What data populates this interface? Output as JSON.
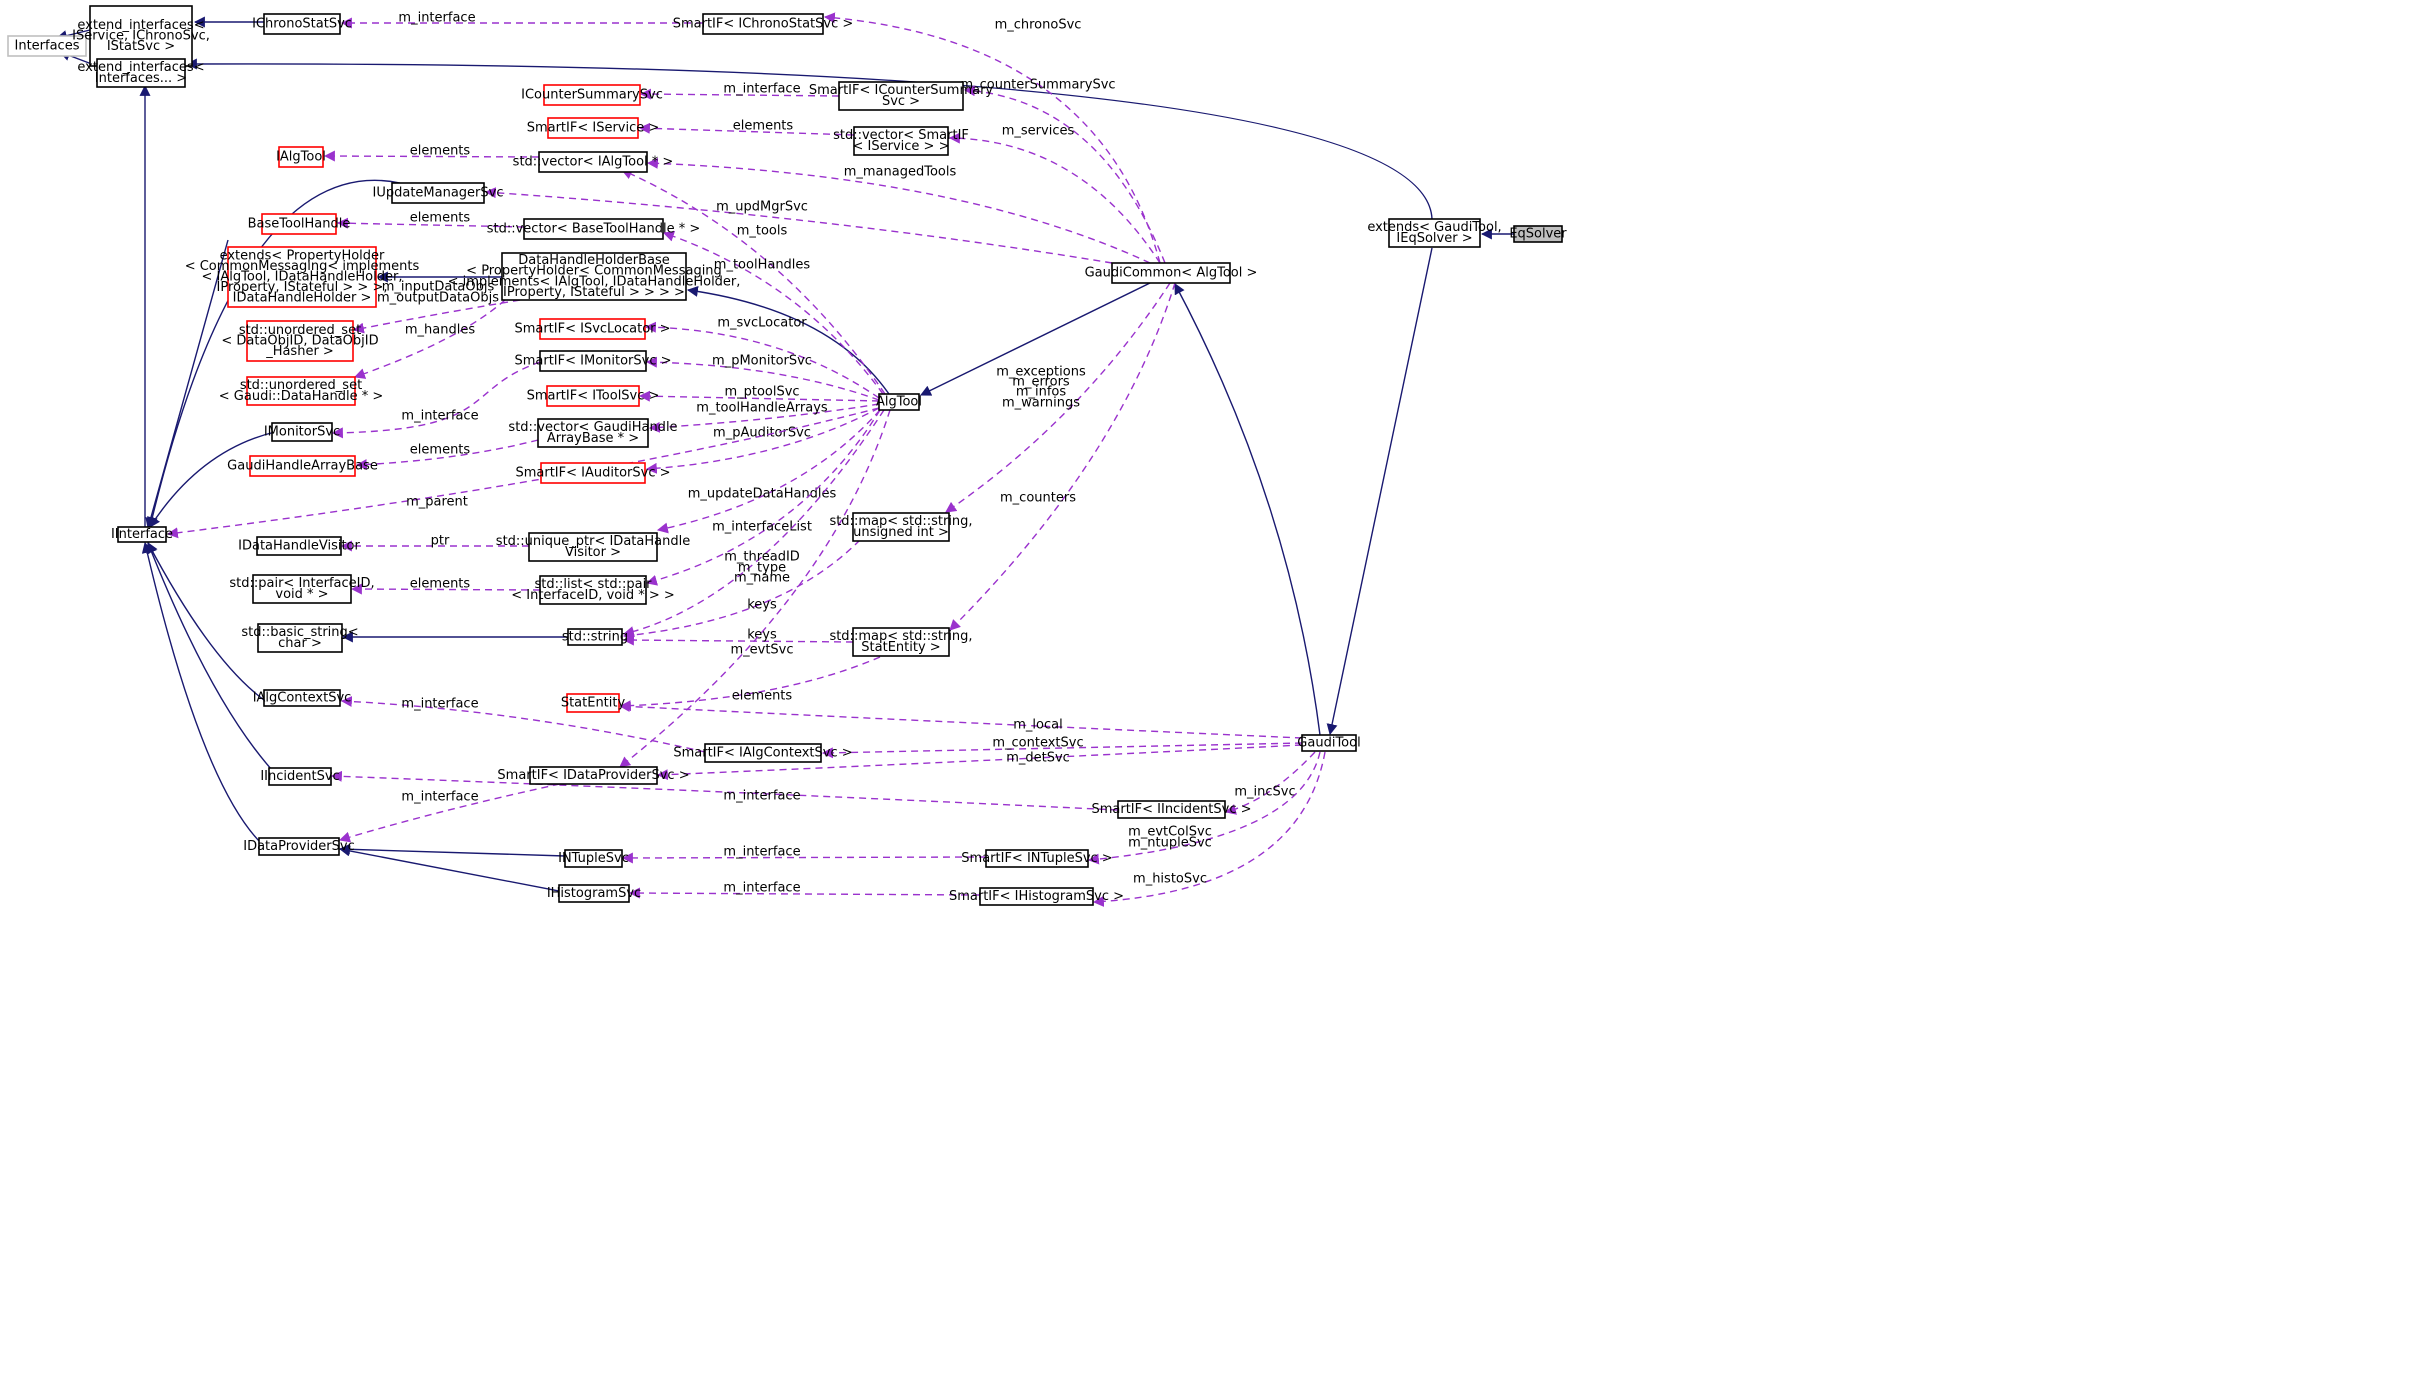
{
  "colors": {
    "inherit_edge": "#191970",
    "usage_edge": "#9a32cd",
    "node_border": "#000000",
    "missing_node_border": "#ff0000",
    "external_node_border": "#bfbfbf",
    "highlight_fill": "#bfbfbf"
  },
  "nodes": [
    {
      "id": "interfaces",
      "lines": [
        "Interfaces"
      ],
      "style": "external"
    },
    {
      "id": "ext_if_chrono",
      "lines": [
        "extend_interfaces<",
        "IService, IChronoSvc,",
        "IStatSvc >"
      ],
      "style": "normal"
    },
    {
      "id": "ichronostatsvc",
      "lines": [
        "IChronoStatSvc"
      ],
      "style": "normal"
    },
    {
      "id": "sif_ichronostatsvc",
      "lines": [
        "SmartIF< IChronoStatSvc >"
      ],
      "style": "normal"
    },
    {
      "id": "ext_if_interfaces",
      "lines": [
        "extend_interfaces<",
        "Interfaces... >"
      ],
      "style": "normal"
    },
    {
      "id": "icountersummarysvc",
      "lines": [
        "ICounterSummarySvc"
      ],
      "style": "missing"
    },
    {
      "id": "sif_icountersummary",
      "lines": [
        "SmartIF< ICounterSummary",
        "Svc >"
      ],
      "style": "normal"
    },
    {
      "id": "sif_iservice",
      "lines": [
        "SmartIF< IService >"
      ],
      "style": "missing"
    },
    {
      "id": "vec_sif_iservice",
      "lines": [
        "std::vector< SmartIF",
        "< IService > >"
      ],
      "style": "normal"
    },
    {
      "id": "ialgtool",
      "lines": [
        "IAlgTool"
      ],
      "style": "missing"
    },
    {
      "id": "vec_ialgtool",
      "lines": [
        "std::vector< IAlgTool * >"
      ],
      "style": "normal"
    },
    {
      "id": "iupdatemanagersvc",
      "lines": [
        "IUpdateManagerSvc"
      ],
      "style": "normal"
    },
    {
      "id": "basetoolhandle",
      "lines": [
        "BaseToolHandle"
      ],
      "style": "missing"
    },
    {
      "id": "vec_basetoolhandle",
      "lines": [
        "std::vector< BaseToolHandle * >"
      ],
      "style": "normal"
    },
    {
      "id": "extends_propholder",
      "lines": [
        "extends< PropertyHolder",
        "< CommonMessaging< implements",
        "< IAlgTool, IDataHandleHolder,",
        "IProperty, IStateful > > >,",
        "IDataHandleHolder >"
      ],
      "style": "missing"
    },
    {
      "id": "datahandleholderbase",
      "lines": [
        "DataHandleHolderBase",
        "< PropertyHolder< CommonMessaging",
        "< implements< IAlgTool, IDataHandleHolder,",
        "IProperty, IStateful > > > >"
      ],
      "style": "normal"
    },
    {
      "id": "gaudicommon",
      "lines": [
        "GaudiCommon< AlgTool >"
      ],
      "style": "normal"
    },
    {
      "id": "extends_gauditool",
      "lines": [
        "extends< GaudiTool,",
        "IEqSolver >"
      ],
      "style": "normal"
    },
    {
      "id": "eqsolver",
      "lines": [
        "EqSolver"
      ],
      "style": "highlight"
    },
    {
      "id": "uset_dataobjid",
      "lines": [
        "std::unordered_set",
        "< DataObjID, DataObjID",
        "_Hasher >"
      ],
      "style": "missing"
    },
    {
      "id": "sif_isvclocator",
      "lines": [
        "SmartIF< ISvcLocator >"
      ],
      "style": "missing"
    },
    {
      "id": "sif_imonitorsvc",
      "lines": [
        "SmartIF< IMonitorSvc >"
      ],
      "style": "normal"
    },
    {
      "id": "uset_datahandle",
      "lines": [
        "std::unordered_set",
        "< Gaudi::DataHandle * >"
      ],
      "style": "missing"
    },
    {
      "id": "sif_itoolsvc",
      "lines": [
        "SmartIF< IToolSvc >"
      ],
      "style": "missing"
    },
    {
      "id": "algtool",
      "lines": [
        "AlgTool"
      ],
      "style": "normal"
    },
    {
      "id": "imonitorsvc",
      "lines": [
        "IMonitorSvc"
      ],
      "style": "normal"
    },
    {
      "id": "vec_gaudihandlearraybase",
      "lines": [
        "std::vector< GaudiHandle",
        "ArrayBase * >"
      ],
      "style": "normal"
    },
    {
      "id": "gaudihandlearraybase",
      "lines": [
        "GaudiHandleArrayBase"
      ],
      "style": "missing"
    },
    {
      "id": "sif_iauditorsvc",
      "lines": [
        "SmartIF< IAuditorSvc >"
      ],
      "style": "missing"
    },
    {
      "id": "map_unsigned",
      "lines": [
        "std::map< std::string,",
        "unsigned int >"
      ],
      "style": "normal"
    },
    {
      "id": "iinterface",
      "lines": [
        "IInterface"
      ],
      "style": "normal"
    },
    {
      "id": "idatahandlevisitor",
      "lines": [
        "IDataHandleVisitor"
      ],
      "style": "normal"
    },
    {
      "id": "uptr_visitor",
      "lines": [
        "std::unique_ptr< IDataHandle",
        "Visitor >"
      ],
      "style": "normal"
    },
    {
      "id": "pair_interfaceid",
      "lines": [
        "std::pair< InterfaceID,",
        "void * >"
      ],
      "style": "normal"
    },
    {
      "id": "list_pair",
      "lines": [
        "std::list< std::pair",
        "< InterfaceID, void * > >"
      ],
      "style": "normal"
    },
    {
      "id": "basic_string",
      "lines": [
        "std::basic_string<",
        "char >"
      ],
      "style": "normal"
    },
    {
      "id": "std_string",
      "lines": [
        "std::string"
      ],
      "style": "normal"
    },
    {
      "id": "map_statentity",
      "lines": [
        "std::map< std::string,",
        "StatEntity >"
      ],
      "style": "normal"
    },
    {
      "id": "statentity",
      "lines": [
        "StatEntity"
      ],
      "style": "missing"
    },
    {
      "id": "ialgcontextsvc",
      "lines": [
        "IAlgContextSvc"
      ],
      "style": "normal"
    },
    {
      "id": "sif_ialgcontextsvc",
      "lines": [
        "SmartIF< IAlgContextSvc >"
      ],
      "style": "normal"
    },
    {
      "id": "gauditool",
      "lines": [
        "GaudiTool"
      ],
      "style": "normal"
    },
    {
      "id": "iincidentsvc",
      "lines": [
        "IIncidentSvc"
      ],
      "style": "normal"
    },
    {
      "id": "sif_idataprovidersvc",
      "lines": [
        "SmartIF< IDataProviderSvc >"
      ],
      "style": "normal"
    },
    {
      "id": "sif_iincidentsvc",
      "lines": [
        "SmartIF< IIncidentSvc >"
      ],
      "style": "normal"
    },
    {
      "id": "idataprovidersvc",
      "lines": [
        "IDataProviderSvc"
      ],
      "style": "normal"
    },
    {
      "id": "intuplesvc",
      "lines": [
        "INTupleSvc"
      ],
      "style": "normal"
    },
    {
      "id": "sif_intuplesvc",
      "lines": [
        "SmartIF< INTupleSvc >"
      ],
      "style": "normal"
    },
    {
      "id": "ihistogramsvc",
      "lines": [
        "IHistogramSvc"
      ],
      "style": "normal"
    },
    {
      "id": "sif_ihistogramsvc",
      "lines": [
        "SmartIF< IHistogramSvc >"
      ],
      "style": "normal"
    }
  ],
  "edges": [
    {
      "id": "e_extif_interfaces",
      "from": "ext_if_chrono",
      "to": "interfaces",
      "kind": "inherit",
      "labels": []
    },
    {
      "id": "e_ichrono_extif",
      "from": "ichronostatsvc",
      "to": "ext_if_chrono",
      "kind": "inherit",
      "labels": []
    },
    {
      "id": "e_extinterfaces_interfaces",
      "from": "ext_if_interfaces",
      "to": "interfaces",
      "kind": "inherit",
      "labels": []
    },
    {
      "id": "e_iinterface_extinterfaces",
      "from": "iinterface",
      "to": "ext_if_interfaces",
      "kind": "inherit",
      "labels": []
    },
    {
      "id": "e_gauditool_extinterfaces",
      "from": "extends_gauditool",
      "to": "ext_if_interfaces",
      "kind": "inherit",
      "labels": []
    },
    {
      "id": "e_extends_iinterface",
      "from": "extends_propholder",
      "to": "iinterface",
      "kind": "inherit",
      "labels": []
    },
    {
      "id": "e_iupdate_iinterface",
      "from": "iupdatemanagersvc",
      "to": "iinterface",
      "kind": "inherit",
      "labels": []
    },
    {
      "id": "e_imonitor_iinterface",
      "from": "imonitorsvc",
      "to": "iinterface",
      "kind": "inherit",
      "labels": []
    },
    {
      "id": "e_ialgctx_iinterface",
      "from": "ialgcontextsvc",
      "to": "iinterface",
      "kind": "inherit",
      "labels": []
    },
    {
      "id": "e_iincident_iinterface",
      "from": "iincidentsvc",
      "to": "iinterface",
      "kind": "inherit",
      "labels": []
    },
    {
      "id": "e_idataprov_iinterface",
      "from": "idataprovidersvc",
      "to": "iinterface",
      "kind": "inherit",
      "labels": []
    },
    {
      "id": "e_dhhb_extends",
      "from": "datahandleholderbase",
      "to": "extends_propholder",
      "kind": "inherit",
      "labels": []
    },
    {
      "id": "e_algtool_dhhb",
      "from": "algtool",
      "to": "datahandleholderbase",
      "kind": "inherit",
      "labels": []
    },
    {
      "id": "e_gaudicommon_algtool",
      "from": "gaudicommon",
      "to": "algtool",
      "kind": "inherit",
      "labels": []
    },
    {
      "id": "e_gauditool_gaudicommon",
      "from": "gauditool",
      "to": "gaudicommon",
      "kind": "inherit",
      "labels": []
    },
    {
      "id": "e_eqsolver_extends",
      "from": "eqsolver",
      "to": "extends_gauditool",
      "kind": "inherit",
      "labels": []
    },
    {
      "id": "e_extends_gauditool",
      "from": "extends_gauditool",
      "to": "gauditool",
      "kind": "inherit",
      "labels": []
    },
    {
      "id": "e_basicstring_string",
      "from": "std_string",
      "to": "basic_string",
      "kind": "inherit",
      "labels": []
    },
    {
      "id": "e_intuple_idp",
      "from": "intuplesvc",
      "to": "idataprovidersvc",
      "kind": "inherit",
      "labels": []
    },
    {
      "id": "e_ihisto_idp",
      "from": "ihistogramsvc",
      "to": "idataprovidersvc",
      "kind": "inherit",
      "labels": []
    },
    {
      "id": "u_chrono_interface",
      "from": "sif_ichronostatsvc",
      "to": "ichronostatsvc",
      "kind": "usage",
      "labels": [
        "m_interface"
      ]
    },
    {
      "id": "u_countersum_interface",
      "from": "sif_icountersummary",
      "to": "icountersummarysvc",
      "kind": "usage",
      "labels": [
        "m_interface"
      ]
    },
    {
      "id": "u_vecservice_elements",
      "from": "vec_sif_iservice",
      "to": "sif_iservice",
      "kind": "usage",
      "labels": [
        "elements"
      ]
    },
    {
      "id": "u_vecalgtool_elements",
      "from": "vec_ialgtool",
      "to": "ialgtool",
      "kind": "usage",
      "labels": [
        "elements"
      ]
    },
    {
      "id": "u_vecbasetool_elements",
      "from": "vec_basetoolhandle",
      "to": "basetoolhandle",
      "kind": "usage",
      "labels": [
        "elements"
      ]
    },
    {
      "id": "u_dhhb_dataobjs",
      "from": "datahandleholderbase",
      "to": "uset_dataobjid",
      "kind": "usage",
      "labels": [
        "m_inputDataObjs",
        "m_outputDataObjs"
      ]
    },
    {
      "id": "u_dhhb_handles",
      "from": "datahandleholderbase",
      "to": "uset_datahandle",
      "kind": "usage",
      "labels": [
        "m_handles"
      ]
    },
    {
      "id": "u_sifmonitor_interface",
      "from": "sif_imonitorsvc",
      "to": "imonitorsvc",
      "kind": "usage",
      "labels": [
        "m_interface"
      ]
    },
    {
      "id": "u_vecgha_elements",
      "from": "vec_gaudihandlearraybase",
      "to": "gaudihandlearraybase",
      "kind": "usage",
      "labels": [
        "elements"
      ]
    },
    {
      "id": "u_uptr_ptr",
      "from": "uptr_visitor",
      "to": "idatahandlevisitor",
      "kind": "usage",
      "labels": [
        "ptr"
      ]
    },
    {
      "id": "u_list_elements",
      "from": "list_pair",
      "to": "pair_interfaceid",
      "kind": "usage",
      "labels": [
        "elements"
      ]
    },
    {
      "id": "u_sifalgctx_interface",
      "from": "sif_ialgcontextsvc",
      "to": "ialgcontextsvc",
      "kind": "usage",
      "labels": [
        "m_interface"
      ]
    },
    {
      "id": "u_sifincident_interface",
      "from": "sif_iincidentsvc",
      "to": "iincidentsvc",
      "kind": "usage",
      "labels": [
        "m_interface"
      ]
    },
    {
      "id": "u_sifdataprov_interface",
      "from": "sif_idataprovidersvc",
      "to": "idataprovidersvc",
      "kind": "usage",
      "labels": [
        "m_interface"
      ]
    },
    {
      "id": "u_sifntuple_interface",
      "from": "sif_intuplesvc",
      "to": "intuplesvc",
      "kind": "usage",
      "labels": [
        "m_interface"
      ]
    },
    {
      "id": "u_sifhisto_interface",
      "from": "sif_ihistogramsvc",
      "to": "ihistogramsvc",
      "kind": "usage",
      "labels": [
        "m_interface"
      ]
    },
    {
      "id": "u_mapstat_elements",
      "from": "map_statentity",
      "to": "statentity",
      "kind": "usage",
      "labels": [
        "elements"
      ]
    },
    {
      "id": "u_mapstat_keys",
      "from": "map_statentity",
      "to": "std_string",
      "kind": "usage",
      "labels": [
        "keys"
      ]
    },
    {
      "id": "u_mapuint_keys",
      "from": "map_unsigned",
      "to": "std_string",
      "kind": "usage",
      "labels": [
        "keys"
      ]
    },
    {
      "id": "u_gc_chrono",
      "from": "gaudicommon",
      "to": "sif_ichronostatsvc",
      "kind": "usage",
      "labels": [
        "m_chronoSvc"
      ]
    },
    {
      "id": "u_gc_countersum",
      "from": "gaudicommon",
      "to": "sif_icountersummary",
      "kind": "usage",
      "labels": [
        "m_counterSummarySvc"
      ]
    },
    {
      "id": "u_gc_services",
      "from": "gaudicommon",
      "to": "vec_sif_iservice",
      "kind": "usage",
      "labels": [
        "m_services"
      ]
    },
    {
      "id": "u_gc_managedtools",
      "from": "gaudicommon",
      "to": "vec_ialgtool",
      "kind": "usage",
      "labels": [
        "m_managedTools"
      ]
    },
    {
      "id": "u_gc_updmgr",
      "from": "gaudicommon",
      "to": "iupdatemanagersvc",
      "kind": "usage",
      "labels": [
        "m_updMgrSvc"
      ]
    },
    {
      "id": "u_gc_exceptions",
      "from": "gaudicommon",
      "to": "map_unsigned",
      "kind": "usage",
      "labels": [
        "m_exceptions",
        "m_errors",
        "m_infos",
        "m_warnings"
      ]
    },
    {
      "id": "u_gc_counters",
      "from": "gaudicommon",
      "to": "map_statentity",
      "kind": "usage",
      "labels": [
        "m_counters"
      ]
    },
    {
      "id": "u_at_tools",
      "from": "algtool",
      "to": "vec_ialgtool",
      "kind": "usage",
      "labels": [
        "m_tools"
      ]
    },
    {
      "id": "u_at_toolhandles",
      "from": "algtool",
      "to": "vec_basetoolhandle",
      "kind": "usage",
      "labels": [
        "m_toolHandles"
      ]
    },
    {
      "id": "u_at_svclocator",
      "from": "algtool",
      "to": "sif_isvclocator",
      "kind": "usage",
      "labels": [
        "m_svcLocator"
      ]
    },
    {
      "id": "u_at_pmonitor",
      "from": "algtool",
      "to": "sif_imonitorsvc",
      "kind": "usage",
      "labels": [
        "m_pMonitorSvc"
      ]
    },
    {
      "id": "u_at_ptoolsvc",
      "from": "algtool",
      "to": "sif_itoolsvc",
      "kind": "usage",
      "labels": [
        "m_ptoolSvc"
      ]
    },
    {
      "id": "u_at_toolhandlearrays",
      "from": "algtool",
      "to": "vec_gaudihandlearraybase",
      "kind": "usage",
      "labels": [
        "m_toolHandleArrays"
      ]
    },
    {
      "id": "u_at_pauditor",
      "from": "algtool",
      "to": "sif_iauditorsvc",
      "kind": "usage",
      "labels": [
        "m_pAuditorSvc"
      ]
    },
    {
      "id": "u_at_parent",
      "from": "algtool",
      "to": "iinterface",
      "kind": "usage",
      "labels": [
        "m_parent"
      ]
    },
    {
      "id": "u_at_updatedatahandles",
      "from": "algtool",
      "to": "uptr_visitor",
      "kind": "usage",
      "labels": [
        "m_updateDataHandles"
      ]
    },
    {
      "id": "u_at_interfacelist",
      "from": "algtool",
      "to": "list_pair",
      "kind": "usage",
      "labels": [
        "m_interfaceList"
      ]
    },
    {
      "id": "u_at_threadid",
      "from": "algtool",
      "to": "std_string",
      "kind": "usage",
      "labels": [
        "m_threadID",
        "m_type",
        "m_name"
      ]
    },
    {
      "id": "u_at_evtsvc",
      "from": "algtool",
      "to": "sif_idataprovidersvc",
      "kind": "usage",
      "labels": [
        "m_evtSvc"
      ]
    },
    {
      "id": "u_gt_local",
      "from": "gauditool",
      "to": "statentity",
      "kind": "usage",
      "labels": [
        "m_local"
      ]
    },
    {
      "id": "u_gt_contextsvc",
      "from": "gauditool",
      "to": "sif_ialgcontextsvc",
      "kind": "usage",
      "labels": [
        "m_contextSvc"
      ]
    },
    {
      "id": "u_gt_detsvc",
      "from": "gauditool",
      "to": "sif_idataprovidersvc",
      "kind": "usage",
      "labels": [
        "m_detSvc"
      ]
    },
    {
      "id": "u_gt_incsvc",
      "from": "gauditool",
      "to": "sif_iincidentsvc",
      "kind": "usage",
      "labels": [
        "m_incSvc"
      ]
    },
    {
      "id": "u_gt_evtcolsvc",
      "from": "gauditool",
      "to": "sif_intuplesvc",
      "kind": "usage",
      "labels": [
        "m_evtColSvc",
        "m_ntupleSvc"
      ]
    },
    {
      "id": "u_gt_histosvc",
      "from": "gauditool",
      "to": "sif_ihistogramsvc",
      "kind": "usage",
      "labels": [
        "m_histoSvc"
      ]
    }
  ]
}
